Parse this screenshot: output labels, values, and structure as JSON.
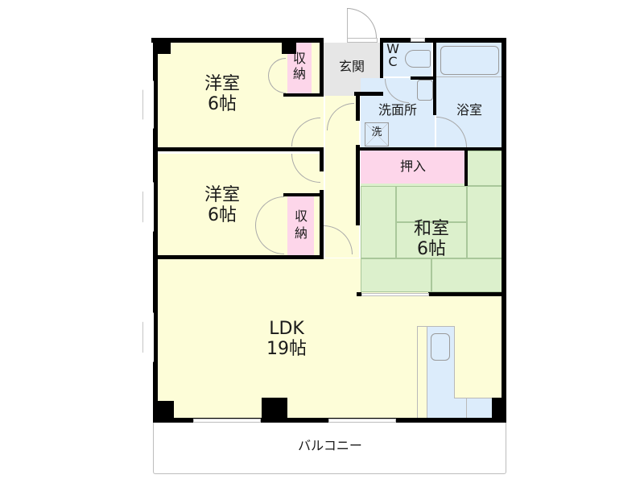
{
  "floorplan": {
    "rooms": [
      {
        "id": "western-room-1",
        "name": "洋室",
        "size": "6帖"
      },
      {
        "id": "western-room-2",
        "name": "洋室",
        "size": "6帖"
      },
      {
        "id": "japanese-room",
        "name": "和室",
        "size": "6帖"
      },
      {
        "id": "ldk",
        "name": "LDK",
        "size": "19帖"
      },
      {
        "id": "entrance",
        "name": "玄関"
      },
      {
        "id": "toilet",
        "name": "WC",
        "line1": "W",
        "line2": "C"
      },
      {
        "id": "washroom",
        "name": "洗面所"
      },
      {
        "id": "bathroom",
        "name": "浴室"
      },
      {
        "id": "closet-1",
        "line1": "収",
        "line2": "納"
      },
      {
        "id": "closet-2",
        "line1": "収",
        "line2": "納"
      },
      {
        "id": "oshiire",
        "name": "押入"
      },
      {
        "id": "washer-space",
        "name": "洗"
      },
      {
        "id": "balcony",
        "name": "バルコニー"
      }
    ],
    "colors": {
      "living": "#fdfdd8",
      "storage": "#fdd6ea",
      "entrance": "#e6e6e6",
      "wet_area": "#dcecfb",
      "tatami": "#dcf0cc",
      "wall": "#000000"
    }
  }
}
